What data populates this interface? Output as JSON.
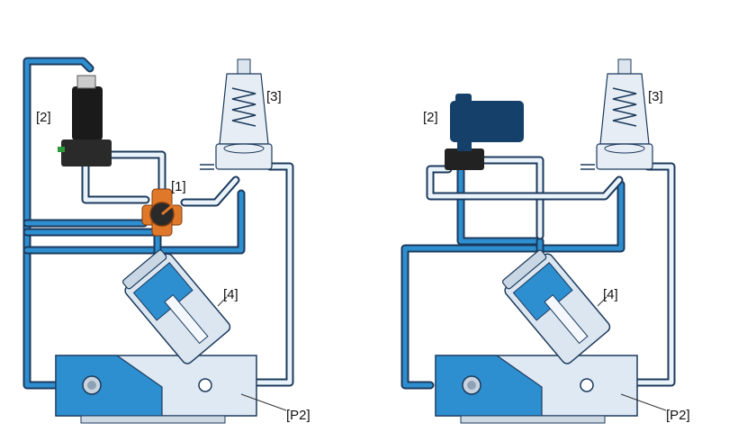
{
  "labels": {
    "left_pilot": "[2]",
    "left_reducer": "[3]",
    "left_selector": "[1]",
    "left_valve": "[4]",
    "left_outlet": "[P2]",
    "right_pilot": "[2]",
    "right_reducer": "[3]",
    "right_valve": "[4]",
    "right_outlet": "[P2]"
  },
  "colors": {
    "pressurized_line": "#2e8fd0",
    "low_pressure_line": "#eaf2fa",
    "line_outline": "#1c3a5c",
    "selector_body": "#e0782a",
    "left_solenoid": "#1a1a1a",
    "right_actuator": "#15406a"
  }
}
